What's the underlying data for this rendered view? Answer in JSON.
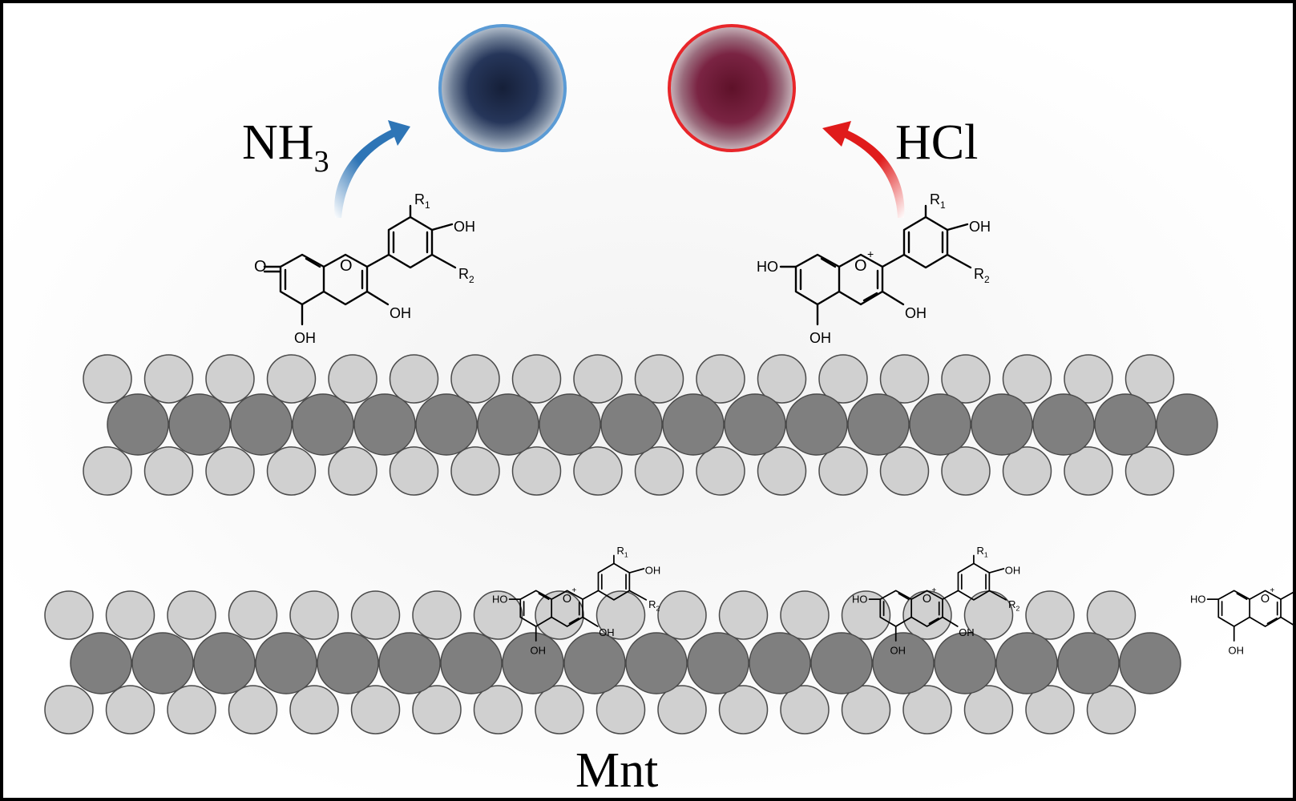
{
  "labels": {
    "base_reagent": "NH",
    "base_reagent_subscript": "3",
    "acid_reagent": "HCl",
    "substrate": "Mnt"
  },
  "samples": {
    "base": {
      "sample_color": "#1e2c4a",
      "ring_color": "#5b9bd5",
      "arrow_color": "#2e75b6"
    },
    "acid": {
      "sample_color": "#6e1b35",
      "ring_color": "#e8262a",
      "arrow_color": "#e01b1b"
    }
  },
  "structures": {
    "quinoidal": {
      "R1": "R",
      "R1_sub": "1",
      "R2": "R",
      "R2_sub": "2",
      "carbonyl": "O",
      "ring_o": "O",
      "oh_top": "OH",
      "oh_c3": "OH",
      "oh_c5": "OH"
    },
    "flavylium": {
      "R1": "R",
      "R1_sub": "1",
      "R2": "R",
      "R2_sub": "2",
      "ho_c7": "HO",
      "ring_o": "O",
      "charge": "+",
      "oh_top": "OH",
      "oh_c3": "OH",
      "oh_c5": "OH"
    }
  },
  "layers": {
    "tetrahedral_color": "#d0d0d0",
    "octahedral_color": "#7f7f7f",
    "upper_outer_count": 18,
    "upper_inner_count": 18,
    "lower_outer_count": 18,
    "lower_inner_count": 18
  },
  "frame_color": "#000000"
}
